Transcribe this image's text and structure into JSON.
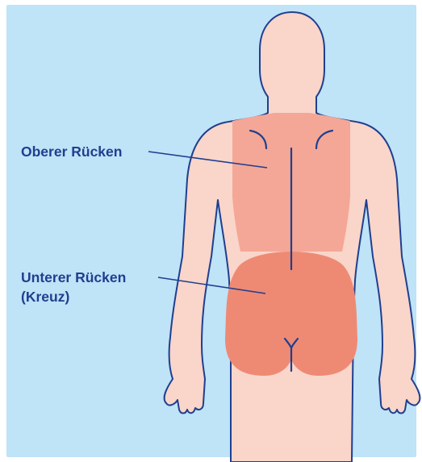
{
  "colors": {
    "frame": "#ffffff",
    "background": "#bfe3f7",
    "skin": "#f9d5ca",
    "upper_back": "#f4a796",
    "lower_back": "#ee8a74",
    "outline": "#1f3f8f",
    "label_text": "#1f3f8f"
  },
  "labels": {
    "upper_back": "Oberer Rücken",
    "lower_back_line1": "Unterer Rücken",
    "lower_back_line2": "(Kreuz)"
  },
  "icons": {
    "figure": "human-back-view-icon"
  }
}
